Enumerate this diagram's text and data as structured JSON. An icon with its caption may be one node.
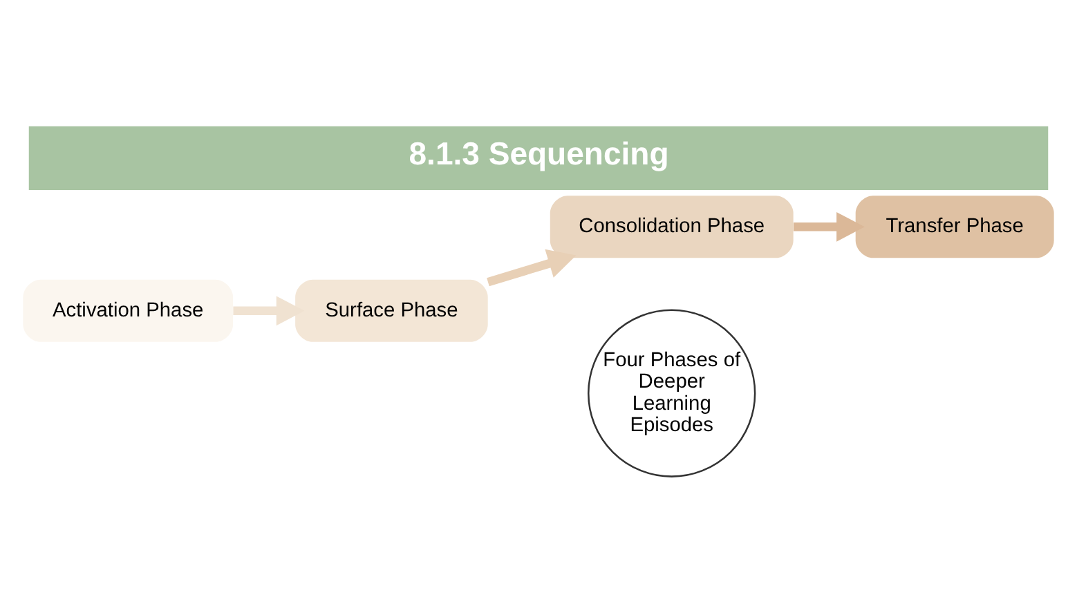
{
  "diagram": {
    "title": "8.1.3 Sequencing",
    "nodes": [
      {
        "text": [
          "Activation Phase"
        ]
      },
      {
        "text": [
          "Surface Phase"
        ]
      },
      {
        "text": [
          "Consolidation Phase"
        ]
      },
      {
        "text": [
          "Transfer Phase"
        ]
      },
      {
        "text": [
          "Four Phases of Deeper Learning Episodes"
        ]
      }
    ],
    "edges": [
      {
        "from": 0,
        "to": 1,
        "arrow": "to",
        "color": "#f0e2d1"
      },
      {
        "from": 1,
        "to": 2,
        "arrow": "to",
        "color": "#e8d0b6"
      },
      {
        "from": 2,
        "to": 3,
        "arrow": "to",
        "color": "#dbb898"
      }
    ]
  }
}
